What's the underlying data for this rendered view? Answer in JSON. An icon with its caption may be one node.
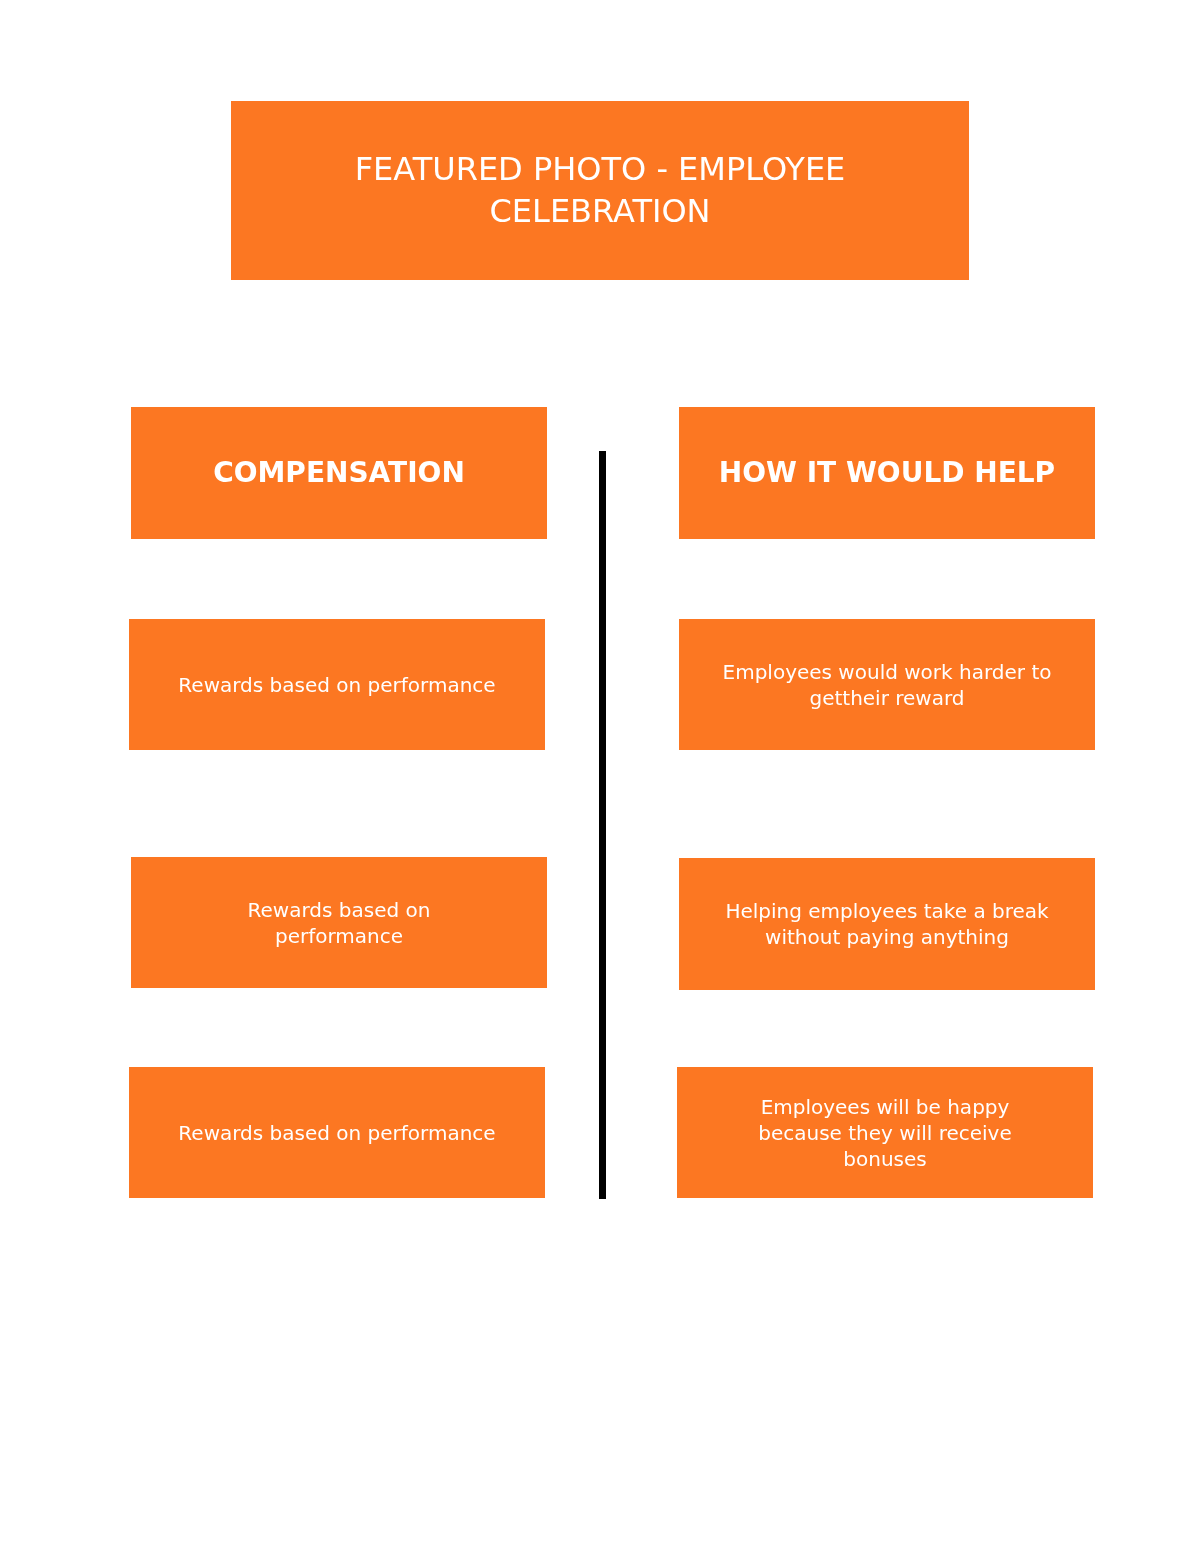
{
  "diagram": {
    "nodes": [
      {
        "text": [
          "FEATURED PHOTO - EMPLOYEE CELEBRATION"
        ]
      },
      {
        "text": [
          "COMPENSATION"
        ]
      },
      {
        "text": [
          "HOW IT WOULD HELP"
        ]
      },
      {
        "text": [
          "Rewards based on performance"
        ]
      },
      {
        "text": [
          "Employees would work harder to gettheir reward"
        ]
      },
      {
        "text": [
          "Rewards based on performance"
        ]
      },
      {
        "text": [
          "Helping employees take a break without paying anything"
        ]
      },
      {
        "text": [
          "Rewards based on performance"
        ]
      },
      {
        "text": [
          "Employees will be happy because they will receive bonuses"
        ]
      }
    ]
  }
}
